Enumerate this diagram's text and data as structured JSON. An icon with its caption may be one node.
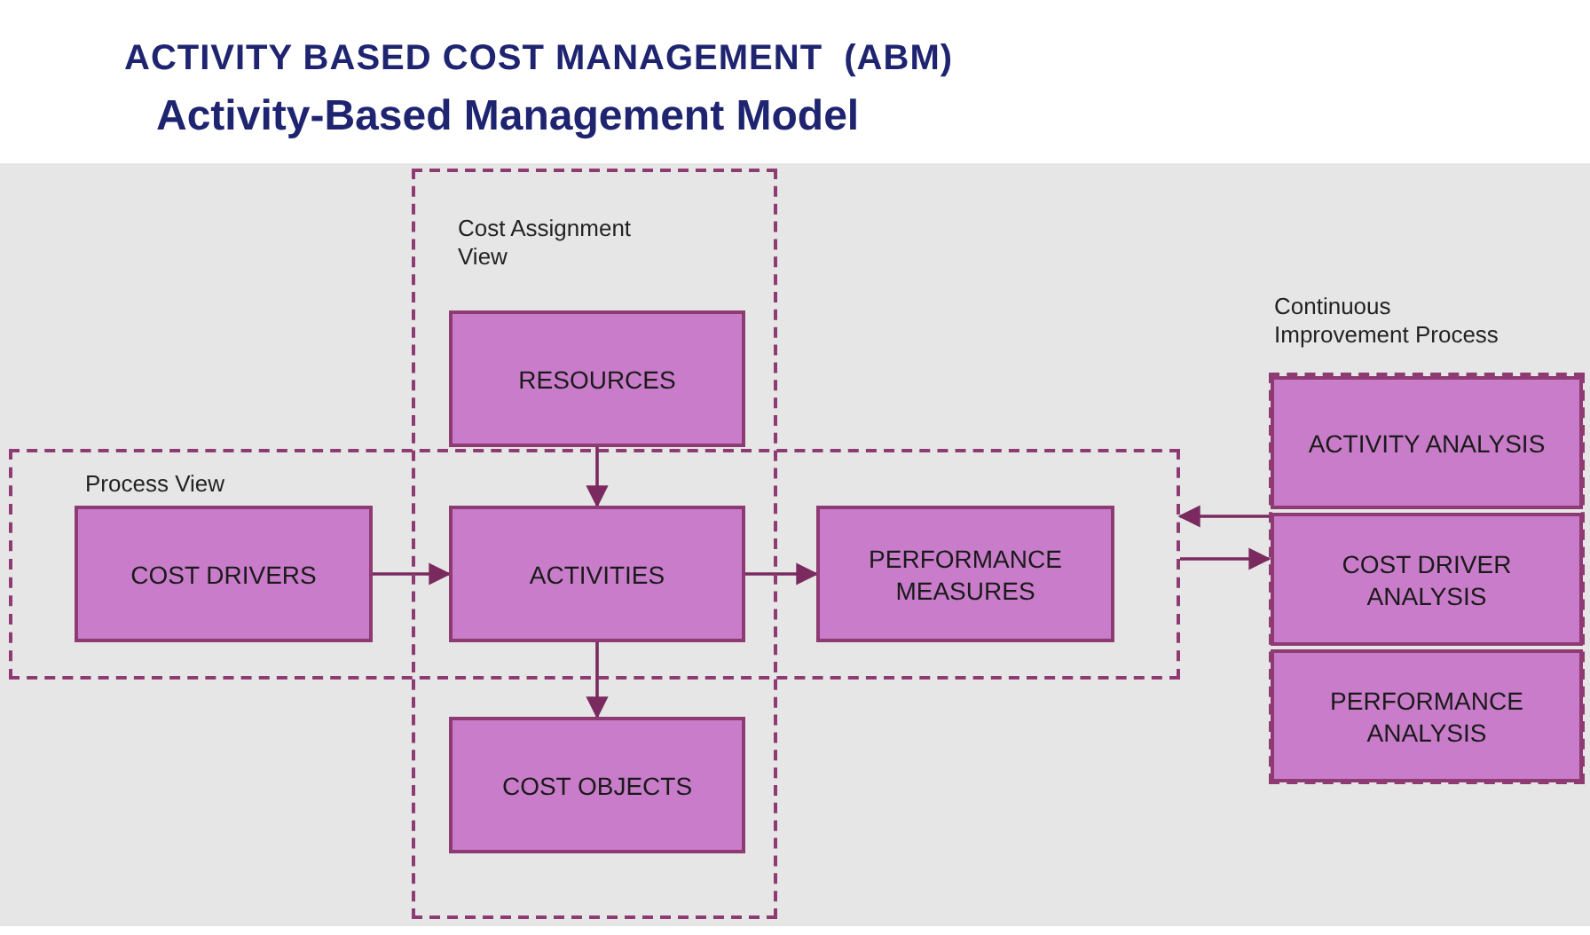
{
  "diagram": {
    "title": "ACTIVITY BASED COST MANAGEMENT  (ABM)",
    "nodes": [
      {
        "text": [
          "Cost Assignment View"
        ]
      },
      {
        "text": [
          "Process View"
        ]
      },
      {
        "text": [
          "Continuous Improvement Process"
        ]
      },
      {
        "text": [
          "RESOURCES"
        ],
        "in": 0
      },
      {
        "text": [
          "COST DRIVERS"
        ],
        "in": 1
      },
      {
        "text": [
          "ACTIVITIES"
        ]
      },
      {
        "text": [
          "PERFORMANCE MEASURES"
        ],
        "in": 1
      },
      {
        "text": [
          "COST OBJECTS"
        ],
        "in": 0
      },
      {
        "text": [
          "ACTIVITY ANALYSIS"
        ],
        "in": 2
      },
      {
        "text": [
          "COST DRIVER ANALYSIS"
        ],
        "in": 2
      },
      {
        "text": [
          "PERFORMANCE ANALYSIS"
        ],
        "in": 2
      }
    ],
    "edges": [
      {
        "from": 3,
        "to": 5,
        "arrow": "to"
      },
      {
        "from": 4,
        "to": 5,
        "arrow": "to"
      },
      {
        "from": 5,
        "to": 6,
        "arrow": "to"
      },
      {
        "from": 5,
        "to": 7,
        "arrow": "to"
      },
      {
        "from": 2,
        "to": 1,
        "arrow": "to"
      },
      {
        "from": 1,
        "to": 2,
        "arrow": "to"
      }
    ],
    "labels": [
      "Activity-Based Management Model"
    ]
  }
}
